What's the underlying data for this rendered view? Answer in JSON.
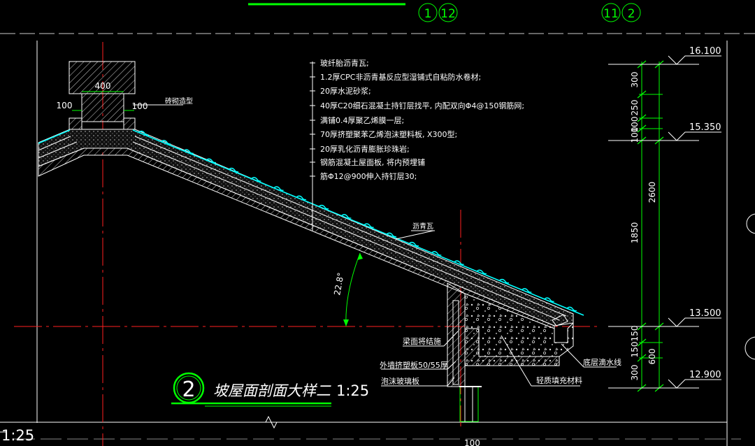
{
  "header": {
    "axis_left_a": "1",
    "axis_left_b": "12",
    "axis_right_a": "11",
    "axis_right_b": "2"
  },
  "ridge": {
    "width": "400",
    "left_offset": "100",
    "right_offset": "100",
    "label": "砖砌造型"
  },
  "layers": [
    "玻纤胎沥青瓦;",
    "1.2厚CPC非沥青基反应型湿铺式自粘防水卷材;",
    "20厚水泥砂浆;",
    "40厚C20细石混凝土持钉层找平, 内配双向Φ4@150钢筋网;",
    "满铺0.4厚聚乙烯膜一层;",
    "70厚挤塑聚苯乙烯泡沫塑料板, X300型;",
    "20厚乳化沥青膨胀珍珠岩;",
    "钢筋混凝土屋面板, 将内预埋铺",
    "筋Φ12@900伸入持钉层30;"
  ],
  "labels": {
    "tile": "沥青瓦",
    "angle": "22.8°",
    "beam": "梁面将结施",
    "insulation_line1": "外墙挤塑板50/55厚",
    "insulation_line2": "泡沫玻璃板",
    "light_fill": "轻质填充材料",
    "drip": "底层滴水线"
  },
  "elevations": {
    "top": "16.100",
    "upper": "15.350",
    "eave": "13.500",
    "bottom": "12.900"
  },
  "dimensions": {
    "d300a": "300",
    "d250": "250",
    "d100a": "100",
    "d100b": "100",
    "d2600": "2600",
    "d1850": "1850",
    "d150a": "150",
    "d150b": "150",
    "d600": "600",
    "d300b": "300",
    "bottom_100": "100"
  },
  "title": {
    "number": "2",
    "text": "坡屋面剖面大样二",
    "scale": "1:25"
  },
  "footer_scale": "1:25",
  "colors": {
    "background": "#000000",
    "linework": "#ffffff",
    "axis": "#ff2020",
    "annotation": "#00ff00",
    "tile": "#00ffff"
  }
}
